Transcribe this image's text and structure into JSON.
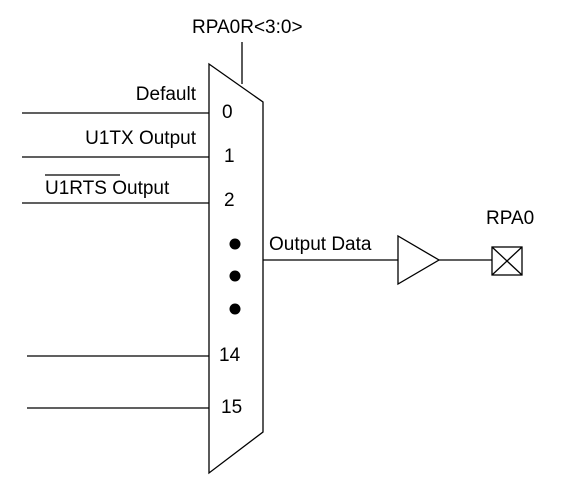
{
  "select_signal": "RPA0R<3:0>",
  "inputs": [
    {
      "label": "Default",
      "index": "0"
    },
    {
      "label": "U1TX Output",
      "index": "1"
    },
    {
      "label": "U1RTS Output",
      "label_overbar": "U1RTS",
      "label_rest": " Output",
      "index": "2"
    },
    {
      "label": "",
      "index": "14"
    },
    {
      "label": "",
      "index": "15"
    }
  ],
  "output_label": "Output Data",
  "pin_label": "RPA0"
}
